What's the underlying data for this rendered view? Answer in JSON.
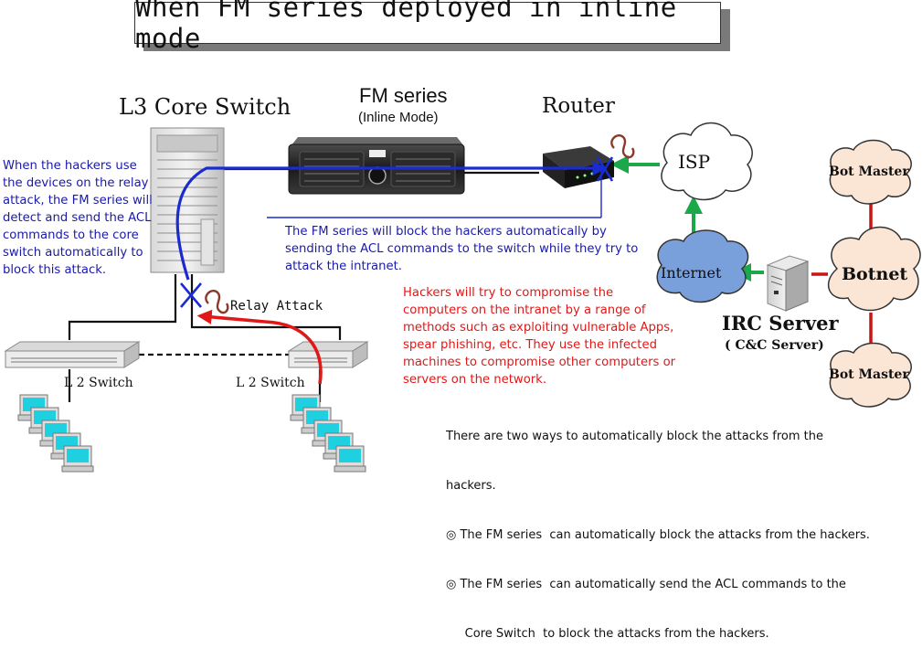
{
  "title": "When FM series deployed in inline mode",
  "nodes": {
    "core_switch": "L3 Core Switch",
    "fm_series": "FM series",
    "fm_mode": "(Inline Mode)",
    "router": "Router",
    "isp": "ISP",
    "internet": "Internet",
    "bot_master_top": "Bot Master",
    "botnet": "Botnet",
    "bot_master_bottom": "Bot Master",
    "irc_server": "IRC Server",
    "cc_server": "( C&C Server)",
    "relay_attack": "Relay Attack",
    "l2_switch_left": "L 2 Switch",
    "l2_switch_right": "L 2 Switch"
  },
  "notes": {
    "relay_note": [
      "When the hackers use",
      "the devices on the relay",
      "attack, the FM series will",
      "detect and send the ACL",
      "commands to the core",
      "switch automatically to",
      "block this attack."
    ],
    "block_note": [
      "The FM series will block the hackers automatically by",
      "sending the ACL commands to the switch while they try to",
      "attack the intranet."
    ],
    "hacker_note": [
      "Hackers will try to compromise the",
      "computers on the intranet by a range of",
      "methods such as exploiting vulnerable Apps,",
      "spear phishing, etc. They use the infected",
      "machines to compromise other computers or",
      "servers on the network."
    ],
    "summary": [
      "There are two ways to automatically block the attacks from the",
      "hackers.",
      "◎ The FM series  can automatically block the attacks from the hackers.",
      "◎ The FM series  can automatically send the ACL commands to the",
      "     Core Switch  to block the attacks from the hackers."
    ]
  },
  "colors": {
    "blue_path": "#1a2bd0",
    "red_path": "#e01818",
    "green_link": "#1aa84a",
    "bot_link": "#c81414",
    "cloud_fill": "#ffffff",
    "internet_fill": "#7aa0dc",
    "bot_fill": "#fbe6d6"
  }
}
